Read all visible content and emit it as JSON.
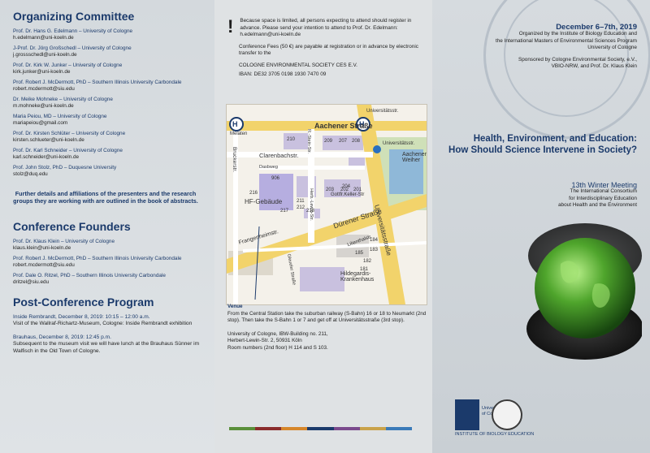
{
  "organizing": {
    "heading": "Organizing Committee",
    "members": [
      {
        "name": "Prof. Dr. Hans G. Edelmann – University of Cologne",
        "email": "h.edelmann@uni-koeln.de"
      },
      {
        "name": "J-Prof. Dr. Jörg Großschedl – University of Cologne",
        "email": "j.grossschedl@uni-koeln.de"
      },
      {
        "name": "Prof. Dr. Kirk W. Junker – University of Cologne",
        "email": "kirk.junker@uni-koeln.de"
      },
      {
        "name": "Prof. Robert J. McDermott, PhD – Southern Illinois University Carbondale",
        "email": "robert.mcdermott@siu.edu"
      },
      {
        "name": "Dr. Meike Mohneke – University of Cologne",
        "email": "m.mohneke@uni-koeln.de"
      },
      {
        "name": "Maria Peiou, MD – University of Cologne",
        "email": "mariapeiou@gmail.com"
      },
      {
        "name": "Prof. Dr. Kirsten Schlüter – University of Cologne",
        "email": "kirsten.schlueter@uni-koeln.de"
      },
      {
        "name": "Prof. Dr. Karl Schneider – University of Cologne",
        "email": "karl.schneider@uni-koeln.de"
      },
      {
        "name": "Prof. John Stolz, PhD – Duquesne University",
        "email": "stolz@duq.edu"
      }
    ]
  },
  "abstract_note": "Further details and affiliations of the presenters and the research groups they are working with are outlined in the book of abstracts.",
  "founders": {
    "heading": "Conference Founders",
    "members": [
      {
        "name": "Prof. Dr. Klaus Klein – University of Cologne",
        "email": "klaus.klein@uni-koeln.de"
      },
      {
        "name": "Prof. Robert J. McDermott, PhD – Southern Illinois University Carbondale",
        "email": "robert.mcdermott@siu.edu"
      },
      {
        "name": "Prof. Dale O. Ritzel, PhD – Southern Illinois University Carbondale",
        "email": "dritzel@siu.edu"
      }
    ]
  },
  "post_conference": {
    "heading": "Post-Conference Program",
    "events": [
      {
        "head": "Inside Rembrandt, December 8, 2019: 10:15 – 12:00 a.m.",
        "text": "Visit of the Wallraf-Richartz-Museum, Cologne: Inside Rembrandt exhibition"
      },
      {
        "head": "Brauhaus, December 8, 2019: 12:45 p.m.",
        "text": "Subsequent to the museum visit we will have lunch at the Brauhaus Sünner im Walfisch in the Old Town of Cologne."
      }
    ]
  },
  "notice": {
    "mark": "!",
    "text": "Because space is limited, all persons expecting to attend should register in advance. Please send your intention to attend to Prof. Dr. Edelmann: h.edelmann@uni-koeln.de",
    "fees": "Conference Fees (50 €) are payable at registration or in advance by electronic transfer to the",
    "bank_name": "COLOGNE ENVIRONMENTAL SOCIETY CES E.V.",
    "iban": "IBAN: DE32 3705 0198 1930 7470 09"
  },
  "map": {
    "streets": {
      "aachener": "Aachener Straße",
      "univ_top": "Universitätsstr.",
      "melaten": "Melaten",
      "clarenbach": "Clarenbachstr.",
      "dasbweg": "Dasbweg",
      "dueren": "Dürener Straße",
      "univ_main": "Universitätsstraße",
      "lilienthal": "Lilienthalstr.",
      "gottfr": "Gottfr.Keller-Str",
      "herb": "Herb.-Lewin-Str.",
      "rstein": "R.-Stein-Str.",
      "brucker": "Bruckerstr.",
      "frangenheim": "Frangenheimstr.",
      "gleueler": "Gleueler Straße"
    },
    "places": {
      "hf": "HF-Gebäude",
      "hildegardis": "Hildegardis-\nKrankenhaus",
      "aachener_weiher": "Aachener\nWeiher",
      "univ_station": "Universitätsstr."
    },
    "buildings": [
      "210",
      "209",
      "207",
      "208",
      "906",
      "204",
      "203",
      "202",
      "201",
      "216",
      "211",
      "212",
      "217",
      "213",
      "184",
      "183",
      "185",
      "182",
      "181"
    ],
    "stop_marker": "H"
  },
  "venue": {
    "title": "Venue",
    "directions": "From the Central Station take the suburban railway (S-Bahn) 16 or 18 to Neumarkt (2nd stop). Then take the S-Bahn 1 or 7 and get off at Universitätsstraße (3rd stop).",
    "address_1": "University of Cologne, IBW-Building no. 211,",
    "address_2": "Herbert-Lewin-Str. 2, 50931 Köln",
    "address_3": "Room numbers (2nd floor) H 114 and S 103."
  },
  "right": {
    "date": "December 6–7th, 2019",
    "organized_1": "Organized by the Institute of Biology Education and",
    "organized_2": "the International Masters of Environmental Sciences Program",
    "organized_3": "University of Cologne",
    "sponsored_1": "Sponsored by Cologne Environmental Society, e.V.,",
    "sponsored_2": "VBIO-NRW, and Prof. Dr. Klaus Klein",
    "title_1": "Health, Environment, and Education:",
    "title_2": "How Should Science Intervene in Society?",
    "meeting": "13th Winter Meeting",
    "consortium_1": "The International Consortium",
    "consortium_2": "for Interdisciplinary Education",
    "consortium_3": "about Health and the Environment"
  },
  "logos": {
    "university": "University\nof Cologne",
    "institute": "INSTITUTE OF BIOLOGY EDUCATION"
  },
  "stripe_colors": [
    "#5a8f3a",
    "#8a2c2c",
    "#d6862a",
    "#1b3a6b",
    "#7a4a8c",
    "#c9a24a",
    "#3a7ab8"
  ]
}
